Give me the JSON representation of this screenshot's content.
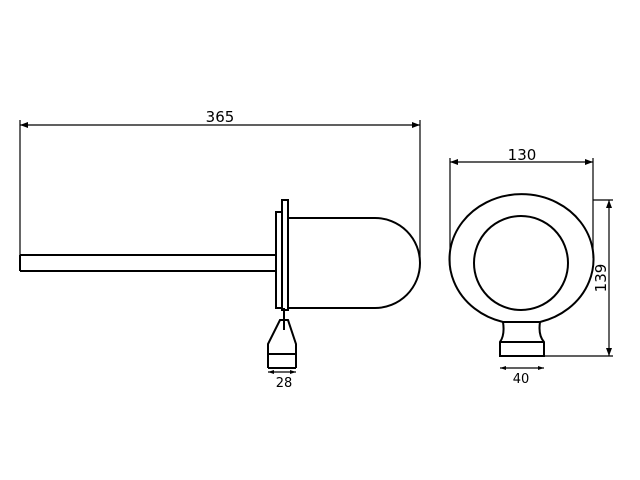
{
  "dimensions": {
    "side_length": "365",
    "base_width_side": "28",
    "front_width": "130",
    "front_height": "139",
    "base_width_front": "40"
  }
}
